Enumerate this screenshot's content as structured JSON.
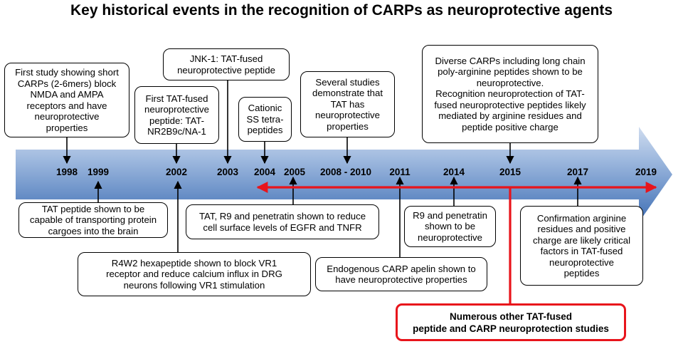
{
  "title": "Key historical events in the recognition of CARPs as neuroprotective agents",
  "years": [
    {
      "id": "1998",
      "label": "1998"
    },
    {
      "id": "1999",
      "label": "1999"
    },
    {
      "id": "2002",
      "label": "2002"
    },
    {
      "id": "2003",
      "label": "2003"
    },
    {
      "id": "2004",
      "label": "2004"
    },
    {
      "id": "2005",
      "label": "2005"
    },
    {
      "id": "2008-2010",
      "label": "2008 - 2010"
    },
    {
      "id": "2011",
      "label": "2011"
    },
    {
      "id": "2014",
      "label": "2014"
    },
    {
      "id": "2015",
      "label": "2015"
    },
    {
      "id": "2017",
      "label": "2017"
    },
    {
      "id": "2019",
      "label": "2019"
    }
  ],
  "events": {
    "e1998": "First study showing short\nCARPs (2-6mers) block\nNMDA and AMPA\nreceptors and have\nneuroprotective\nproperties",
    "e1999": "TAT peptide shown to be\ncapable of transporting protein\ncargoes into the brain",
    "e2002_top": "First TAT-fused\nneuroprotective\npeptide: TAT-\nNR2B9c/NA-1",
    "e2002_bottom": "R4W2 hexapeptide shown to block VR1\nreceptor and reduce calcium influx in DRG\nneurons following VR1 stimulation",
    "e2003": "JNK-1: TAT-fused\nneuroprotective peptide",
    "e2004": "Cationic\nSS tetra-\npeptides",
    "e2005": "TAT, R9 and penetratin shown to reduce\ncell surface levels of EGFR and TNFR",
    "e2008": "Several studies\ndemonstrate that\nTAT has\nneuroprotective\nproperties",
    "e2011": "Endogenous CARP apelin shown to\nhave neuroprotective properties",
    "e2014": "R9 and penetratin\nshown to be\nneuroprotective",
    "e2015": "Diverse CARPs including long chain\npoly-arginine peptides shown to be\nneuroprotective.\nRecognition neuroprotection of TAT-\nfused neuroprotective peptides likely\nmediated by arginine residues and\npeptide positive charge",
    "e2017": "Confirmation arginine\nresidues and positive\ncharge are likely critical\nfactors in TAT-fused\nneuroprotective\npeptides",
    "numerous": "Numerous other TAT-fused\npeptide and CARP neuroprotection studies"
  },
  "colors": {
    "arrow_light": "#d6e3f3",
    "arrow_dark": "#3f6fb5",
    "highlight": "#e8141b"
  }
}
